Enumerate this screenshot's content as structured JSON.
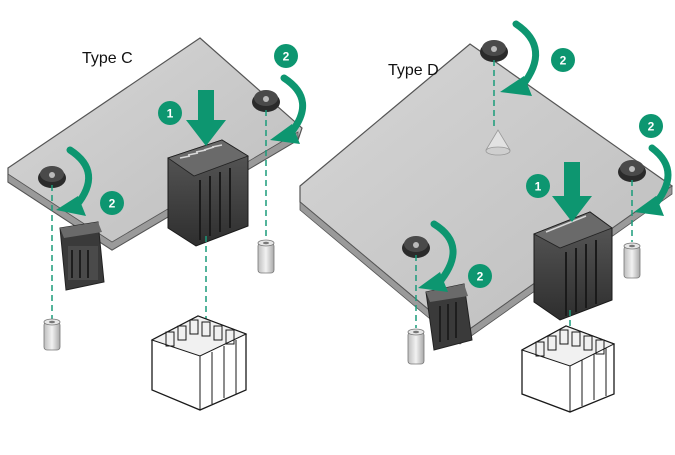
{
  "panels": [
    {
      "label": "Type C"
    },
    {
      "label": "Type D"
    }
  ],
  "steps": {
    "insert": "1",
    "tighten": "2"
  },
  "colors": {
    "accent": "#0d9670",
    "board": "#c9c9c9",
    "board_edge": "#6e6e6e",
    "guide": "#1a9b7a",
    "connector": "#3a3a3a"
  },
  "icons": [
    "insert-arrow-icon",
    "rotate-arrow-icon",
    "thumbscrew-icon",
    "standoff-icon",
    "connector-icon"
  ]
}
